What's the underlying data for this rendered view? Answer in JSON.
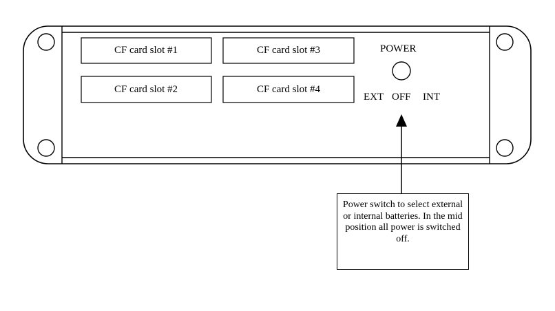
{
  "slots": [
    {
      "id": "slot-1",
      "label": "CF card slot #1"
    },
    {
      "id": "slot-3",
      "label": "CF card slot #3"
    },
    {
      "id": "slot-2",
      "label": "CF card slot #2"
    },
    {
      "id": "slot-4",
      "label": "CF card slot #4"
    }
  ],
  "power": {
    "title": "POWER",
    "positions": {
      "ext": "EXT",
      "off": "OFF",
      "int": "INT"
    }
  },
  "callout": {
    "text": "Power switch to select external or internal batteries. In the mid position all power is switched off."
  }
}
